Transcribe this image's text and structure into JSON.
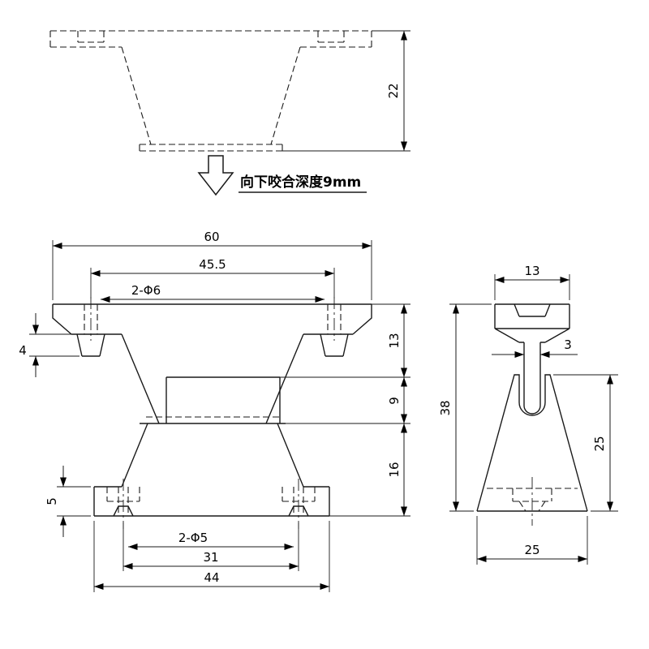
{
  "drawing": {
    "annotation": {
      "text": "向下咬合深度9mm"
    },
    "top_view": {
      "dim_height": "22"
    },
    "front_view": {
      "dim_overall_width": "60",
      "dim_hole_spacing_top": "45.5",
      "callout_top_holes": "2-Φ6",
      "dim_ear_lip": "4",
      "dim_upper_height": "13",
      "dim_engage_depth": "9",
      "dim_lower_height": "16",
      "dim_base_plate": "5",
      "callout_bottom_holes": "2-Φ5",
      "dim_hole_spacing_bottom": "31",
      "dim_base_width": "44"
    },
    "side_view": {
      "dim_top_width": "13",
      "dim_stem_width": "3",
      "dim_total_height": "38",
      "dim_body_height": "25",
      "dim_base_width": "25"
    }
  }
}
